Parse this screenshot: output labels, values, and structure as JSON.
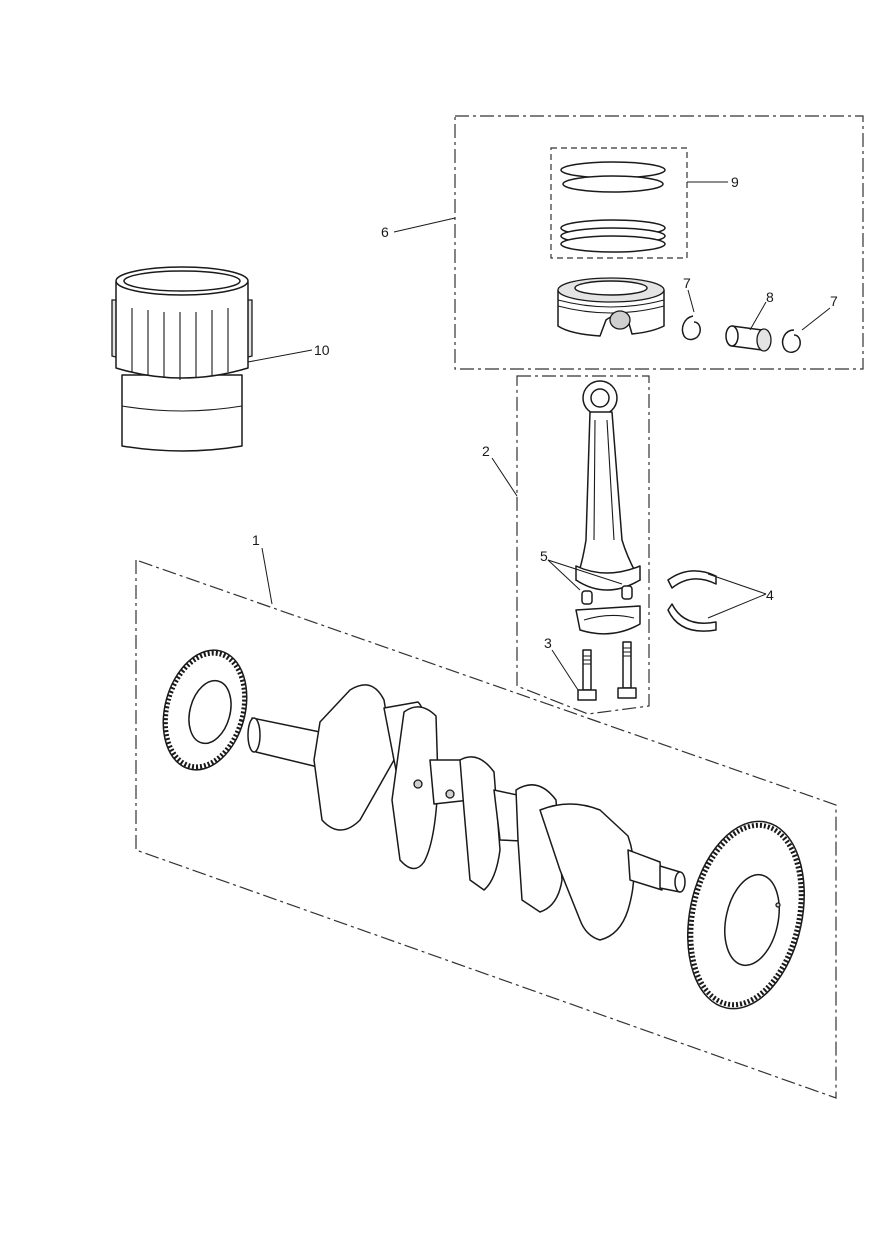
{
  "callouts": {
    "c1": "1",
    "c2": "2",
    "c3": "3",
    "c4": "4",
    "c5": "5",
    "c6": "6",
    "c7a": "7",
    "c7b": "7",
    "c8": "8",
    "c9": "9",
    "c10": "10"
  },
  "colors": {
    "line": "#1a1a1a",
    "background": "#ffffff"
  }
}
